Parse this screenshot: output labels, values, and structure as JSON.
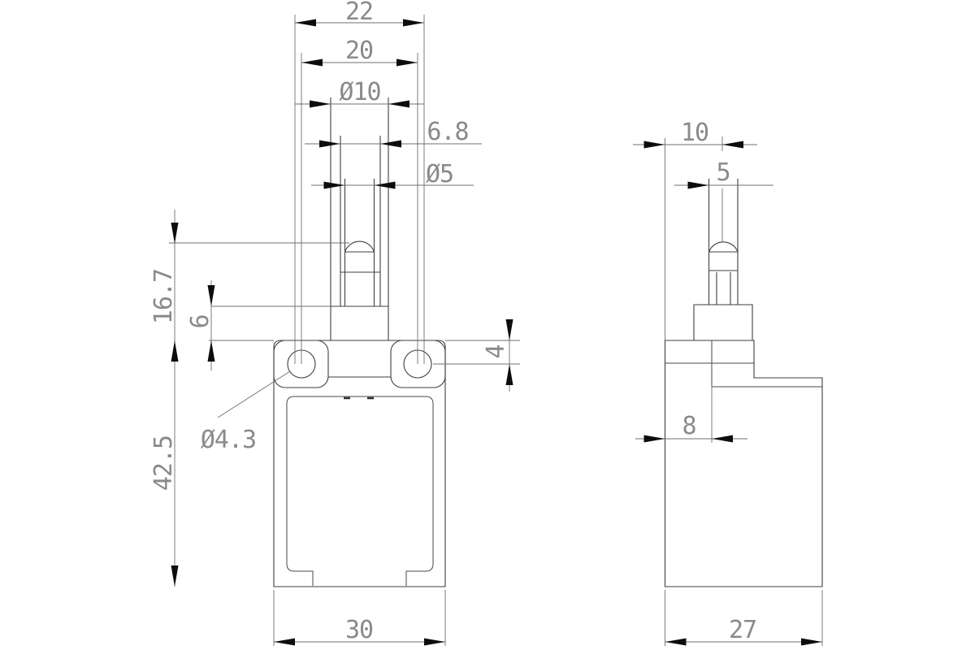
{
  "front_view": {
    "dim_top_width": "22",
    "dim_hole_spacing": "20",
    "dim_head_diameter": "Ø10",
    "dim_guide_width": "6.8",
    "dim_plunger_diameter": "Ø5",
    "dim_plunger_height": "16.7",
    "dim_bushing_height": "6",
    "dim_hole_offset": "4",
    "dim_mount_hole_diameter": "Ø4.3",
    "dim_body_height": "42.5",
    "dim_body_width": "30"
  },
  "side_view": {
    "dim_face_to_axis": "10",
    "dim_plunger_diameter": "5",
    "dim_face_to_step": "8",
    "dim_body_depth": "27"
  },
  "colors": {
    "background": "#ffffff",
    "geometry_line": "#3f3f3f",
    "dimension_line": "#6f6f6f",
    "dimension_text": "#8a8a8a",
    "arrow": "#0d0d0d"
  }
}
